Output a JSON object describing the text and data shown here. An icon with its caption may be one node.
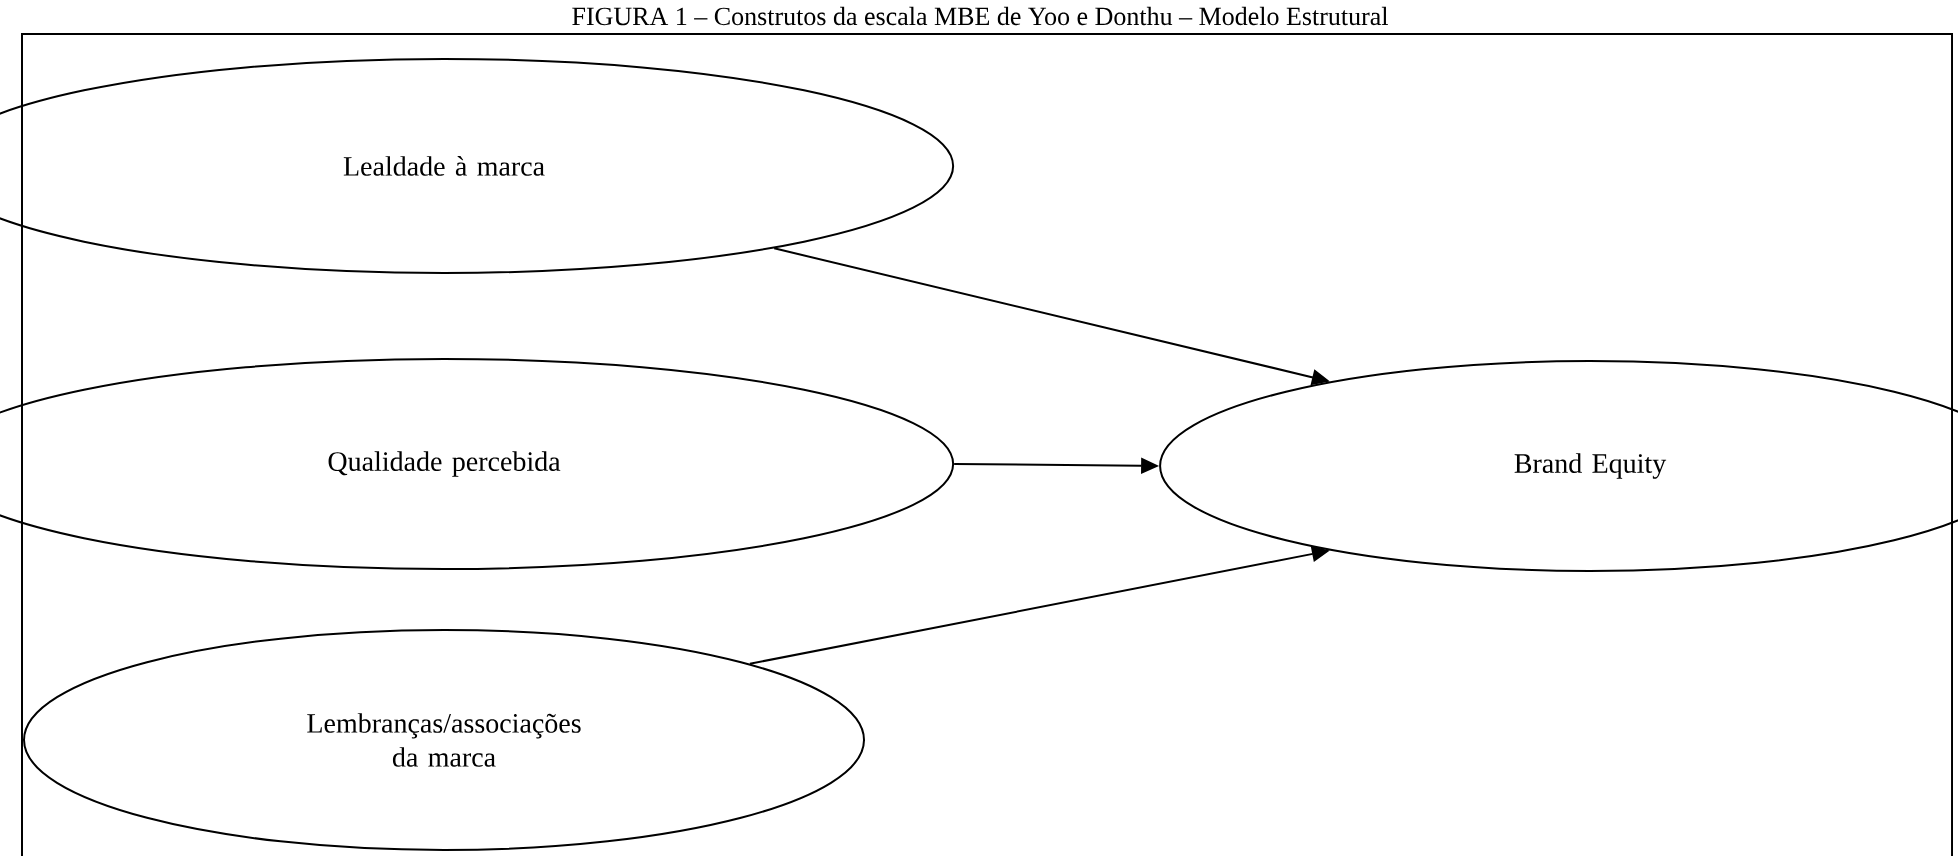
{
  "diagram": {
    "title": "FIGURA 1 – Construtos da escala MBE de Yoo e Donthu – Modelo Estrutural",
    "nodes": [
      {
        "text": [
          "Lealdade à marca"
        ]
      },
      {
        "text": [
          "Qualidade percebida"
        ]
      },
      {
        "text": [
          "Lembranças/associações da marca"
        ]
      },
      {
        "text": [
          "Brand Equity"
        ]
      }
    ],
    "edges": [
      {
        "from": 0,
        "to": 3,
        "arrow": "to"
      },
      {
        "from": 1,
        "to": 3,
        "arrow": "to"
      },
      {
        "from": 2,
        "to": 3,
        "arrow": "to"
      }
    ]
  }
}
